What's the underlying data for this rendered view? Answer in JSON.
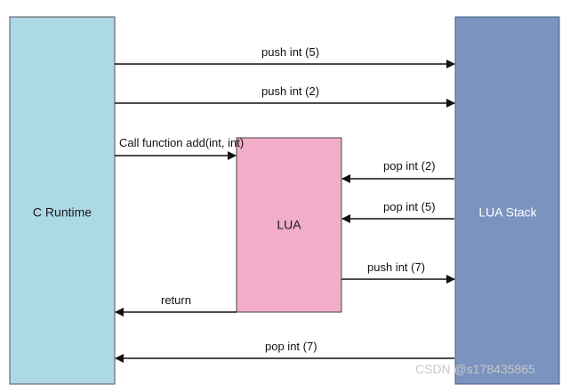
{
  "diagram": {
    "nodes": {
      "c_runtime": {
        "label": "C Runtime",
        "color": "#add8e6"
      },
      "lua": {
        "label": "LUA",
        "color": "#f2aec8"
      },
      "lua_stack": {
        "label": "LUA Stack",
        "color": "#7a93bf"
      }
    },
    "edges": [
      {
        "id": "push-5",
        "label": "push int (5)",
        "from": "c_runtime",
        "to": "lua_stack"
      },
      {
        "id": "push-2",
        "label": "push int (2)",
        "from": "c_runtime",
        "to": "lua_stack"
      },
      {
        "id": "call-add",
        "label": "Call function add(int, int)",
        "from": "c_runtime",
        "to": "lua"
      },
      {
        "id": "pop-2",
        "label": "pop int (2)",
        "from": "lua_stack",
        "to": "lua"
      },
      {
        "id": "pop-5",
        "label": "pop int (5)",
        "from": "lua_stack",
        "to": "lua"
      },
      {
        "id": "push-7",
        "label": "push int (7)",
        "from": "lua",
        "to": "lua_stack"
      },
      {
        "id": "return",
        "label": "return",
        "from": "lua",
        "to": "c_runtime"
      },
      {
        "id": "pop-7",
        "label": "pop int (7)",
        "from": "lua_stack",
        "to": "c_runtime"
      }
    ]
  },
  "watermark": "CSDN @s178435865"
}
